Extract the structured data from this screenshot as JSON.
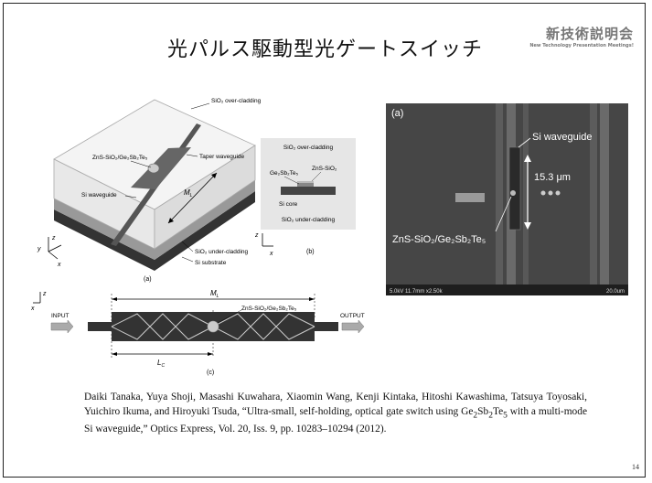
{
  "slide": {
    "title": "光パルス駆動型光ゲートスイッチ",
    "brand_main": "新技術説明会",
    "brand_sub": "New Technology Presentation Meetings!",
    "page_number": "14"
  },
  "fig_a": {
    "label_over": "SiO₂ over-cladding",
    "label_pcm": "ZnS-SiO₂/Ge₂Sb₂Te₅",
    "label_taper": "Taper waveguide",
    "label_siwg": "Si waveguide",
    "label_ml": "M",
    "label_ml_sub": "L",
    "label_under": "SiO₂ under-cladding",
    "label_substrate": "Si substrate",
    "caption": "(a)",
    "axis_z": "z",
    "axis_y": "y",
    "axis_x": "x"
  },
  "fig_b": {
    "label_over": "SiO₂ over-cladding",
    "label_gst": "Ge₂Sb₂Te₅",
    "label_zns": "ZnS-SiO₂",
    "label_core": "Si core",
    "label_under": "SiO₂ under-cladding",
    "caption": "(b)",
    "axis_z": "z",
    "axis_x": "x"
  },
  "fig_c": {
    "label_ml": "M",
    "label_ml_sub": "L",
    "label_pcm": "ZnS-SiO₂/Ge₂Sb₂Te₅",
    "label_input": "INPUT",
    "label_output": "OUTPUT",
    "label_lc": "L",
    "label_lc_sub": "C",
    "caption": "(c)",
    "axis_z": "z",
    "axis_x": "x"
  },
  "sem": {
    "panel_label": "(a)",
    "label_siwg": "Si waveguide",
    "label_dim": "15.3 μm",
    "label_pcm": "ZnS-SiO₂/Ge₂Sb₂Te₅",
    "info_left": "5.0kV 11.7mm x2.50k",
    "info_right": "20.0um"
  },
  "reference": {
    "p1": "Daiki Tanaka, Yuya Shoji, Masashi Kuwahara, Xiaomin Wang, Kenji Kintaka, Hitoshi Kawashima, Tatsuya Toyosaki, Yuichiro Ikuma, and Hiroyuki Tsuda, “Ultra-small, self-holding, optical gate switch using ",
    "chem_ge": "Ge",
    "chem_ge_n": "2",
    "chem_sb": "Sb",
    "chem_sb_n": "2",
    "chem_te": "Te",
    "chem_te_n": "5",
    "p2": " with a multi-mode Si waveguide,” Optics Express, Vol. 20, Iss. 9, pp. 10283–10294 (2012)."
  }
}
